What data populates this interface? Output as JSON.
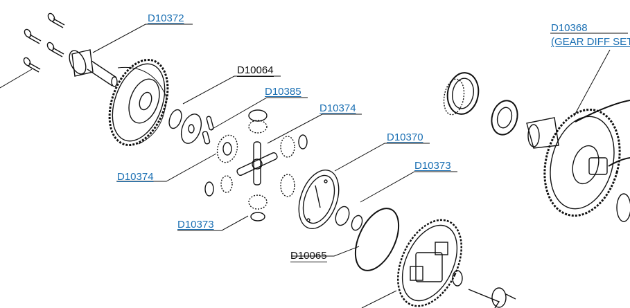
{
  "colors": {
    "link": "#1a6fb3",
    "line": "#111111",
    "background": "#ffffff"
  },
  "labels": {
    "d10372": "D10372",
    "d10064": "D10064",
    "d10385": "D10385",
    "d10374_right": "D10374",
    "d10374_left": "D10374",
    "d10370": "D10370",
    "d10373_right": "D10373",
    "d10373_left": "D10373",
    "d10065": "D10065",
    "d10368": "D10368",
    "gear_diff_set": "(GEAR DIFF SET"
  }
}
